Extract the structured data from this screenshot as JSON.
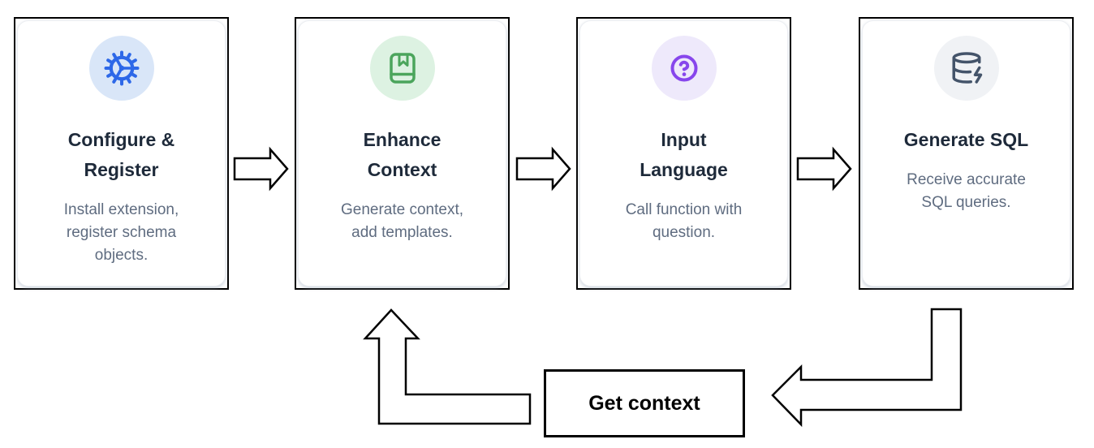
{
  "diagram": {
    "steps": [
      {
        "title": "Configure &\nRegister",
        "description": "Install extension,\nregister schema\nobjects.",
        "icon": "gear-icon",
        "icon_color": "#2d68e8",
        "icon_bg": "#d9e6f8"
      },
      {
        "title": "Enhance\nContext",
        "description": "Generate context,\nadd templates.",
        "icon": "book-marked-icon",
        "icon_color": "#4ba55c",
        "icon_bg": "#ddf2e2"
      },
      {
        "title": "Input\nLanguage",
        "description": "Call function with\nquestion.",
        "icon": "question-circle-icon",
        "icon_color": "#8746ec",
        "icon_bg": "#eee9fb"
      },
      {
        "title": "Generate SQL",
        "description": "Receive accurate\nSQL queries.",
        "icon": "database-zap-icon",
        "icon_color": "#44546a",
        "icon_bg": "#f0f2f5"
      }
    ],
    "feedback_label": "Get context",
    "colors": {
      "card_border": "#000000",
      "arrow_fill": "#ffffff",
      "arrow_stroke": "#000000",
      "title_text": "#1e2a3a",
      "description_text": "#5f6c80"
    }
  }
}
